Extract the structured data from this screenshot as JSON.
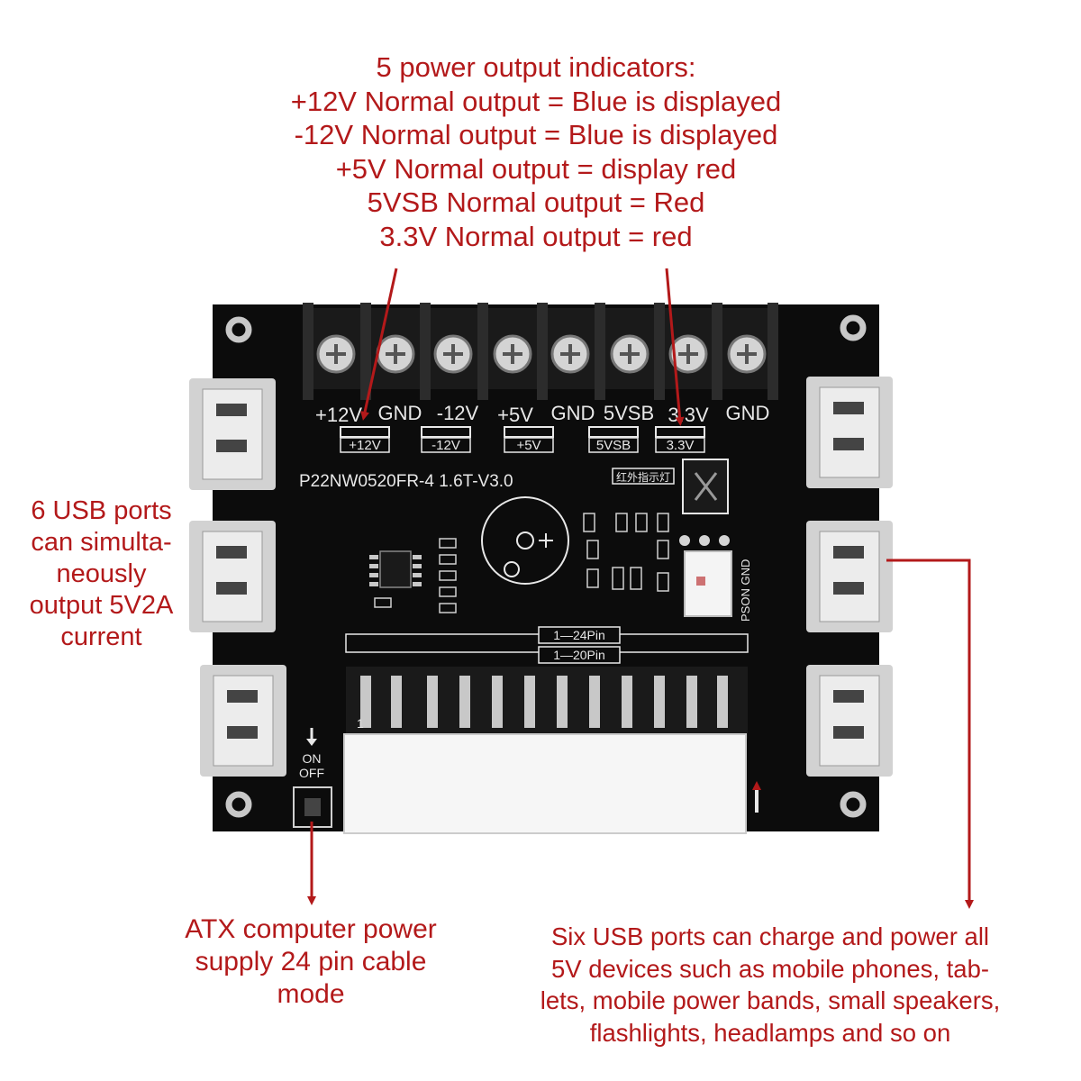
{
  "annotations": {
    "top": [
      "5 power output indicators:",
      "+12V Normal output = Blue is displayed",
      "-12V Normal output = Blue is displayed",
      "+5V Normal output = display red",
      "5VSB Normal output = Red",
      "3.3V Normal output = red"
    ],
    "left": [
      "6 USB ports",
      "can simulta-",
      "neously",
      "output 5V2A",
      "current"
    ],
    "bottom_left": [
      "ATX computer power",
      "supply 24 pin cable",
      "mode"
    ],
    "bottom_right": [
      "Six USB ports can charge and power all",
      "5V devices such as mobile phones, tab-",
      "lets, mobile power bands, small speakers,",
      "flashlights, headlamps and so on"
    ]
  },
  "board": {
    "model": "P22NW0520FR-4 1.6T-V3.0",
    "terminals": [
      "+12V",
      "GND",
      "-12V",
      "+5V",
      "GND",
      "5VSB",
      "3.3V",
      "GND"
    ],
    "leds": [
      "+12V",
      "-12V",
      "+5V",
      "5VSB",
      "3.3V"
    ],
    "ir_label": "红外指示灯",
    "pin24": "1—24Pin",
    "pin20": "1—20Pin",
    "switch_on": "ON",
    "switch_off": "OFF",
    "pson": "PSON GND",
    "pin_number": "1"
  },
  "colors": {
    "annotation": "#b3191a",
    "board": "#0c0c0c",
    "silkscreen": "#e8e8e8"
  }
}
